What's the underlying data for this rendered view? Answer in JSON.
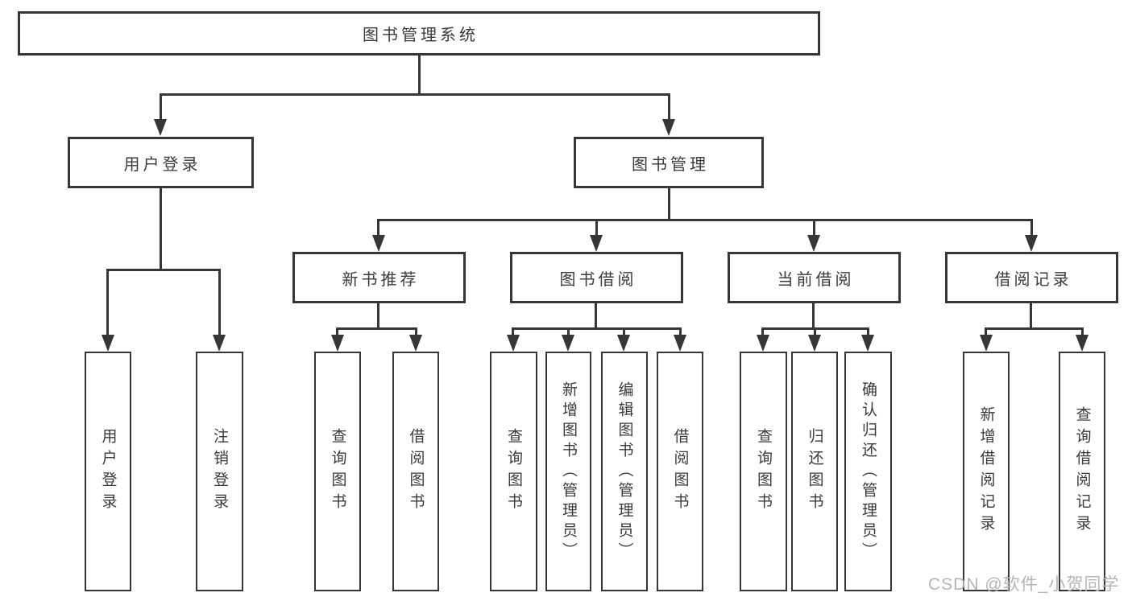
{
  "diagram": {
    "title": "图书管理系统",
    "nodes": {
      "root": "图书管理系统",
      "user_login": "用户登录",
      "book_mgmt": "图书管理",
      "new_book": "新书推荐",
      "book_borrow": "图书借阅",
      "current_borrow": "当前借阅",
      "borrow_records": "借阅记录",
      "leaf_user_login": "用户登录",
      "leaf_logout": "注销登录",
      "leaf_nb_query": "查询图书",
      "leaf_nb_borrow": "借阅图书",
      "leaf_bb_query": "查询图书",
      "leaf_bb_add": "新增图书（管理员）",
      "leaf_bb_edit": "编辑图书（管理员）",
      "leaf_bb_borrow": "借阅图书",
      "leaf_cb_query": "查询图书",
      "leaf_cb_return": "归还图书",
      "leaf_cb_confirm": "确认归还（管理员）",
      "leaf_br_add": "新增借阅记录",
      "leaf_br_query": "查询借阅记录"
    },
    "colors": {
      "line": "#363636",
      "text": "#3a3a3a",
      "background": "#ffffff",
      "watermark": "#b5b5b5"
    }
  },
  "watermark": "CSDN @软件_小贺同学"
}
